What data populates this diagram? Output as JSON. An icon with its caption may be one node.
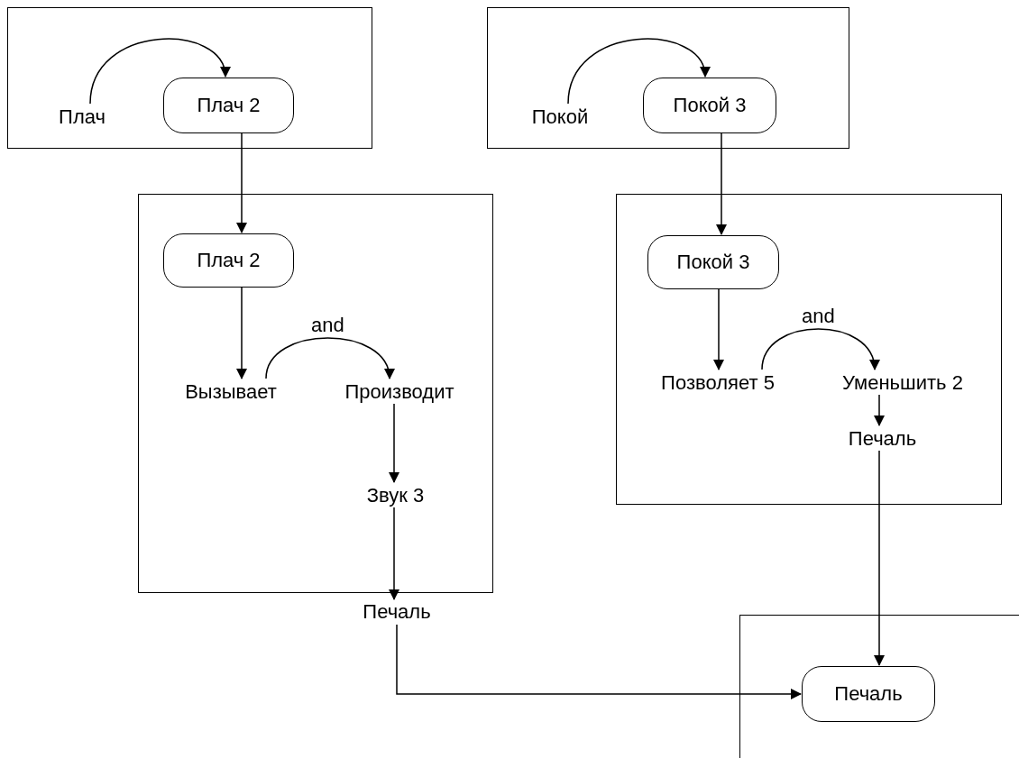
{
  "diagram": {
    "nodes": [
      {
        "text": [],
        "shape": "box"
      },
      {
        "text": [
          "Плач"
        ],
        "in": 0
      },
      {
        "text": [
          "Плач 2"
        ],
        "in": 0
      },
      {
        "text": [],
        "shape": "box"
      },
      {
        "text": [
          "Покой"
        ],
        "in": 3
      },
      {
        "text": [
          "Покой 3"
        ],
        "in": 3
      },
      {
        "text": [],
        "shape": "box"
      },
      {
        "text": [
          "Плач 2"
        ],
        "in": 6
      },
      {
        "text": [
          "Вызывает"
        ],
        "in": 6
      },
      {
        "text": [
          "Производит"
        ],
        "in": 6
      },
      {
        "text": [
          "Звук 3"
        ],
        "in": 6
      },
      {
        "text": [
          "Печаль"
        ]
      },
      {
        "text": [],
        "shape": "box"
      },
      {
        "text": [
          "Покой 3"
        ],
        "in": 12
      },
      {
        "text": [
          "Позволяет 5"
        ],
        "in": 12
      },
      {
        "text": [
          "Уменьшить 2"
        ],
        "in": 12
      },
      {
        "text": [
          "Печаль"
        ],
        "in": 12
      },
      {
        "text": [],
        "shape": "box"
      },
      {
        "text": [
          "Печаль"
        ],
        "in": 17
      }
    ],
    "edges": [
      {
        "from": 1,
        "to": 2,
        "arrow": "to"
      },
      {
        "from": 4,
        "to": 5,
        "arrow": "to"
      },
      {
        "from": 2,
        "to": 7,
        "arrow": "to"
      },
      {
        "from": 5,
        "to": 13,
        "arrow": "to"
      },
      {
        "from": 7,
        "to": 8,
        "arrow": "to"
      },
      {
        "from": 8,
        "to": 9,
        "arrow": "to",
        "label": "and"
      },
      {
        "from": 9,
        "to": 10,
        "arrow": "to"
      },
      {
        "from": 10,
        "to": 11,
        "arrow": "to"
      },
      {
        "from": 13,
        "to": 14,
        "arrow": "to"
      },
      {
        "from": 14,
        "to": 15,
        "arrow": "to",
        "label": "and"
      },
      {
        "from": 15,
        "to": 16,
        "arrow": "to"
      },
      {
        "from": 16,
        "to": 18,
        "arrow": "to"
      },
      {
        "from": 11,
        "to": 18,
        "arrow": "to"
      }
    ]
  }
}
